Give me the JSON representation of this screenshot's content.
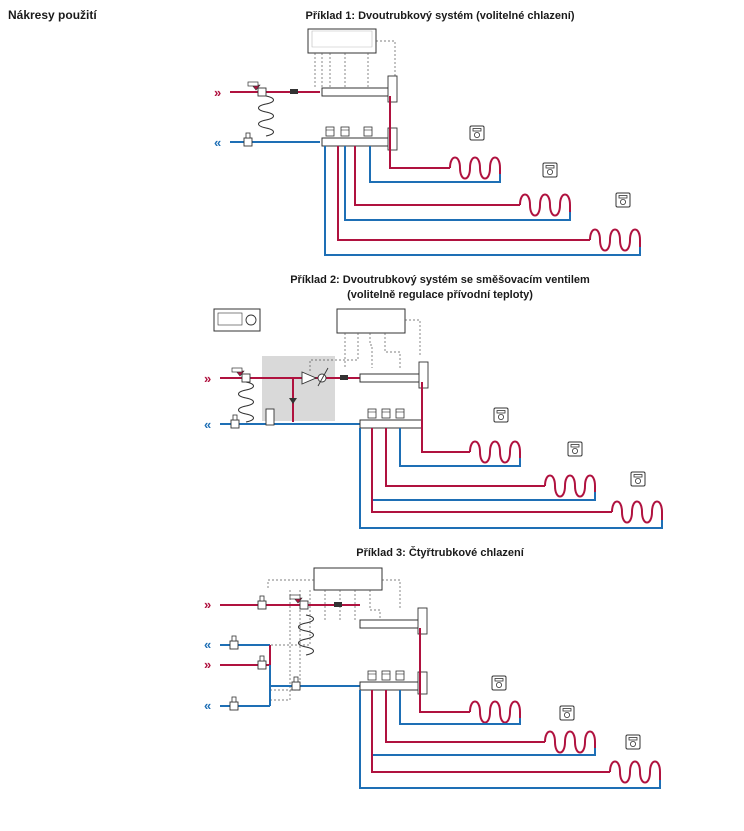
{
  "page": {
    "section_title": "Nákresy použití"
  },
  "examples": [
    {
      "title": "Příklad 1: Dvoutrubkový systém (volitelné chlazení)"
    },
    {
      "title": "Příklad 2: Dvoutrubkový systém se směšovacím ventilem",
      "subtitle": "(volitelně regulace přívodní teploty)"
    },
    {
      "title": "Příklad 3: Čtyřtrubkové chlazení"
    }
  ],
  "symbols": {
    "supply_arrow": "»",
    "return_arrow": "«"
  },
  "colors": {
    "supply": "#b0123f",
    "return": "#1e6fb5",
    "outline": "#333333",
    "mixing_box": "#d9d9d9"
  }
}
